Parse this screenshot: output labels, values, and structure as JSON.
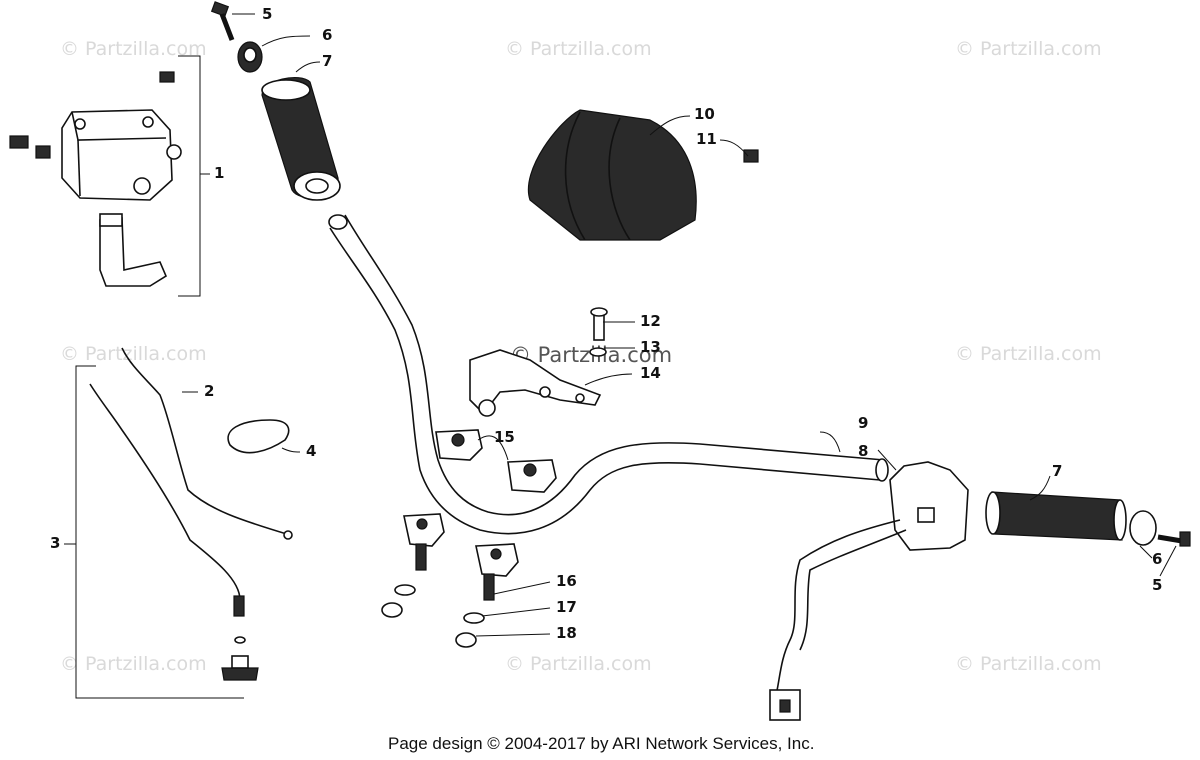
{
  "watermark_text": "© Partzilla.com",
  "footer": "Page design © 2004-2017 by ARI Network Services, Inc.",
  "callouts": [
    {
      "id": "1",
      "label": "1"
    },
    {
      "id": "2",
      "label": "2"
    },
    {
      "id": "3",
      "label": "3"
    },
    {
      "id": "4",
      "label": "4"
    },
    {
      "id": "5a",
      "label": "5"
    },
    {
      "id": "6a",
      "label": "6"
    },
    {
      "id": "7a",
      "label": "7"
    },
    {
      "id": "8",
      "label": "8"
    },
    {
      "id": "9",
      "label": "9"
    },
    {
      "id": "10",
      "label": "10"
    },
    {
      "id": "11",
      "label": "11"
    },
    {
      "id": "12",
      "label": "12"
    },
    {
      "id": "13",
      "label": "13"
    },
    {
      "id": "14",
      "label": "14"
    },
    {
      "id": "15",
      "label": "15"
    },
    {
      "id": "16",
      "label": "16"
    },
    {
      "id": "17",
      "label": "17"
    },
    {
      "id": "18",
      "label": "18"
    },
    {
      "id": "7b",
      "label": "7"
    },
    {
      "id": "6b",
      "label": "6"
    },
    {
      "id": "5b",
      "label": "5"
    }
  ]
}
